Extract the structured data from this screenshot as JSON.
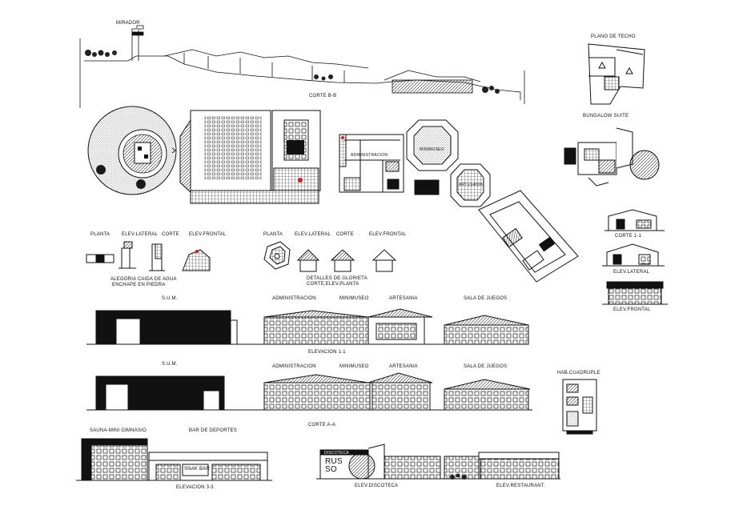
{
  "labels": {
    "mirador": "MIRADOR",
    "corte_b_b": "CORTE B-B",
    "plano_de_techo": "PLANO DE TECHO",
    "bungalow_suite": "BUNGALOW SUITE",
    "planta_1": "PLANTA",
    "elev_lateral_1": "ELEV.LATERAL",
    "corte_1": "CORTE",
    "elev_frontal_1": "ELEV.FRONTAL",
    "alegoria": "ALEGORIA CAIDA DE AGUA",
    "enchape": "ENCHAPE EN PIEDRA",
    "planta_2": "PLANTA",
    "elev_lateral_2": "ELEV.LATERAL",
    "corte_2": "CORTE",
    "elev_frontal_2": "ELEV.FRONTAL",
    "detalles_glorieta": "DETALLES DE GLORIETA",
    "corte_elev_planta": "CORTE,ELEV,PLANTA",
    "corte_1_1": "CORTE 1-1",
    "elev_lateral_3": "ELEV.LATERAL",
    "elev_frontal_3": "ELEV.FRONTAL",
    "sum_1": "S.U.M.",
    "administracion_1": "ADMINISTRACION",
    "minimuseo_1": "MINIMUSEO",
    "artesania_1": "ARTESANIA",
    "sala_juegos_1": "SALA DE JUEGOS",
    "elevacion_1_1": "ELEVACION 1-1",
    "sum_2": "S.U.M.",
    "administracion_2": "ADMINISTRACION",
    "minimuseo_2": "MINIMUSEO",
    "artesania_2": "ARTESANIA",
    "sala_juegos_2": "SALA DE JUEGOS",
    "hab_cuadruple": "HAB.CUADRUPLE",
    "corte_a_a": "CORTE A-A",
    "sauna": "SAUNA-MINI GIMNASIO",
    "bar_deportes": "BAR DE DEPORTES",
    "elevacion_3_3": "ELEVACION 3-3",
    "elev_discoteca": "ELEV.DISCOTECA",
    "elev_restaurant": "ELEV.RESTAURANT.",
    "plan_admin": "ADMINISTRACION",
    "plan_minimuseo": "MINIMUSEO",
    "plan_artesania": "ARTESANIA",
    "snak_bar": "SNAK BAR",
    "discoteca": "DISCOTECA",
    "ruso": "RUS SO"
  },
  "colors": {
    "ink": "#111111",
    "paper": "#ffffff",
    "accent_red": "#cc2222",
    "hatch": "#444444"
  }
}
